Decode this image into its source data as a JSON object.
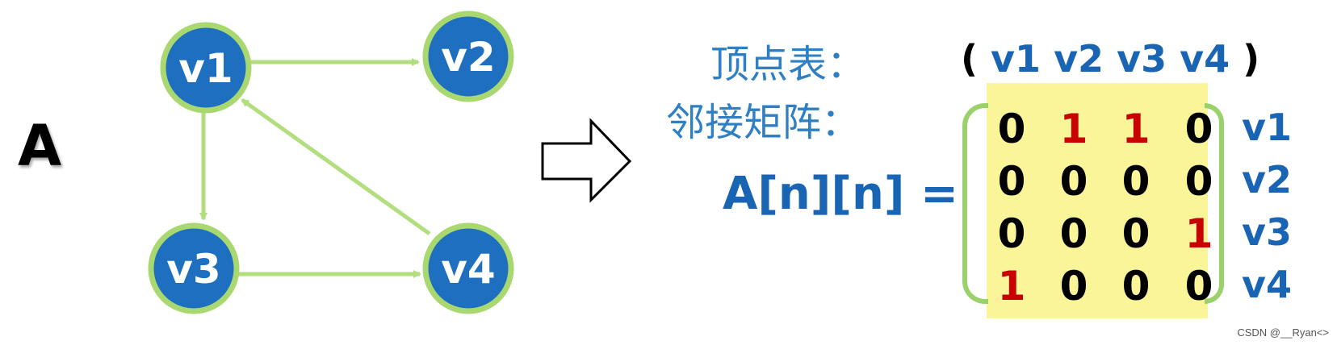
{
  "graph": {
    "label": "A",
    "nodes": [
      {
        "id": "v1",
        "label": "v1"
      },
      {
        "id": "v2",
        "label": "v2"
      },
      {
        "id": "v3",
        "label": "v3"
      },
      {
        "id": "v4",
        "label": "v4"
      }
    ],
    "edges": [
      {
        "from": "v1",
        "to": "v2"
      },
      {
        "from": "v1",
        "to": "v3"
      },
      {
        "from": "v3",
        "to": "v4"
      },
      {
        "from": "v4",
        "to": "v1"
      }
    ]
  },
  "vertex_table": {
    "label": "顶点表：",
    "open_paren": "(",
    "close_paren": ")",
    "items": [
      "v1",
      "v2",
      "v3",
      "v4"
    ]
  },
  "adjacency": {
    "label": "邻接矩阵：",
    "matrix_name": "A[n][n] =",
    "row_labels": [
      "v1",
      "v2",
      "v3",
      "v4"
    ],
    "rows": [
      [
        "0",
        "1",
        "1",
        "0"
      ],
      [
        "0",
        "0",
        "0",
        "0"
      ],
      [
        "0",
        "0",
        "0",
        "1"
      ],
      [
        "1",
        "0",
        "0",
        "0"
      ]
    ]
  },
  "colors": {
    "node_fill": "#1f6fc0",
    "node_ring": "#a8d86f",
    "edge": "#b3de7f",
    "blue_text": "#1a64b4",
    "one_value": "#c80000",
    "matrix_bg": "#fbf59a"
  },
  "watermark": "CSDN @__Ryan<>"
}
